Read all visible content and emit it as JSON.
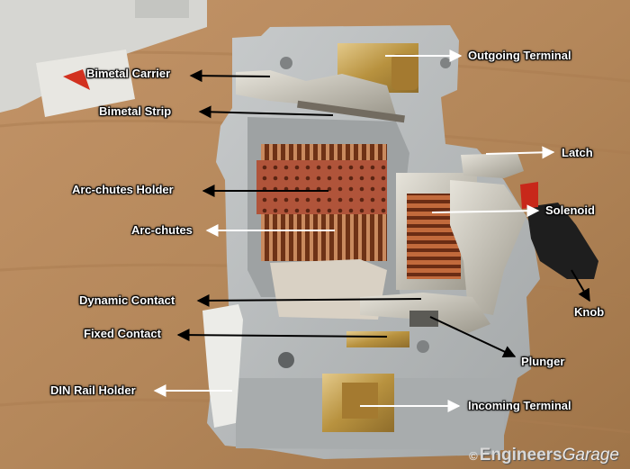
{
  "labels": {
    "bimetal_carrier": "Bimetal Carrier",
    "bimetal_strip": "Bimetal Strip",
    "arc_chutes_holder": "Arc-chutes Holder",
    "arc_chutes": "Arc-chutes",
    "dynamic_contact": "Dynamic Contact",
    "fixed_contact": "Fixed Contact",
    "din_rail_holder": "DIN Rail Holder",
    "outgoing_terminal": "Outgoing Terminal",
    "latch": "Latch",
    "solenoid": "Solenoid",
    "knob": "Knob",
    "plunger": "Plunger",
    "incoming_terminal": "Incoming Terminal"
  },
  "watermark": {
    "symbol": "©",
    "brand_a": "Engineers",
    "brand_b": "Garage"
  },
  "colors": {
    "background": "#b98a5c",
    "housing": "#b9bcbd",
    "copper": "#b5522f",
    "brass": "#c9a24e",
    "label_text": "#ffffff",
    "arrow": "#000000"
  }
}
